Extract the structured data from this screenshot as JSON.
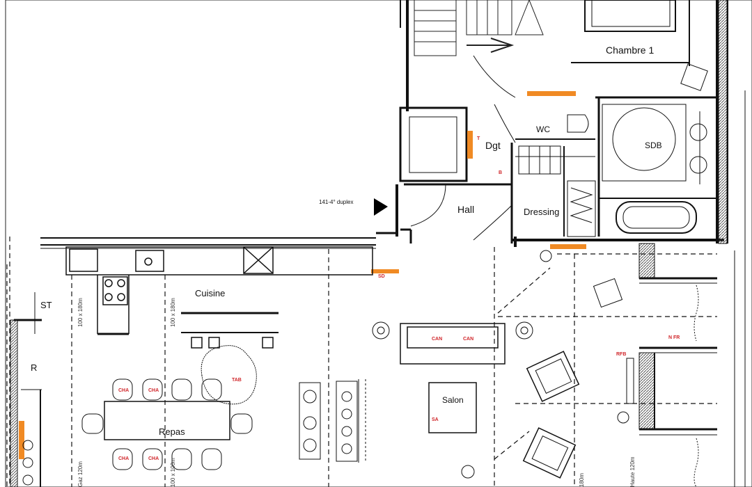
{
  "rooms": {
    "chambre": "Chambre 1",
    "sdb": "SDB",
    "wc": "WC",
    "dgt": "Dgt",
    "hall": "Hall",
    "dressing": "Dressing",
    "cuisine": "Cuisine",
    "repas": "Repas",
    "salon": "Salon",
    "st": "ST",
    "r": "R"
  },
  "annotations": {
    "duplex": "141-4° duplex",
    "tag_t": "T",
    "tag_b": "B",
    "tag_sd": "SD",
    "tag_rfb": "RFB",
    "dim_a": "100 x 180m",
    "dim_b": "100 x 180m",
    "dim_c": "100 x 100m",
    "dim_d": "Gaz 120m",
    "dim_e": "180m",
    "dim_f": "Haute 120m",
    "tag_ch1": "CHA",
    "tag_ch2": "CHA",
    "tag_ch3": "CHA",
    "tag_ch4": "CHA",
    "tag_tab": "TAB",
    "tag_sof1": "CAN",
    "tag_sof2": "CAN",
    "tag_nf": "N FR",
    "tag_sa": "SA"
  }
}
